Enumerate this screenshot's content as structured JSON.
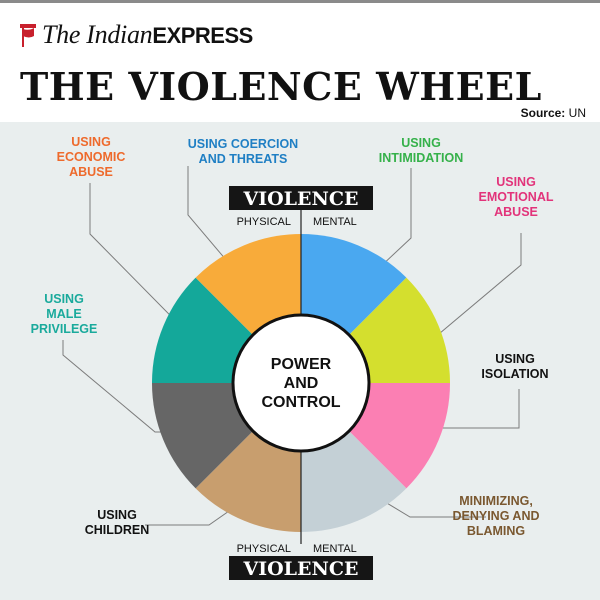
{
  "brand": {
    "name_italic": "The Indian",
    "name_caps": "EXPRESS"
  },
  "title": "THE VIOLENCE WHEEL",
  "source": {
    "label": "Source:",
    "value": "UN"
  },
  "violence_top": {
    "label": "VIOLENCE",
    "left": "PHYSICAL",
    "right": "MENTAL"
  },
  "violence_bottom": {
    "label": "VIOLENCE",
    "left": "PHYSICAL",
    "right": "MENTAL"
  },
  "center": {
    "lines": [
      "POWER",
      "AND",
      "CONTROL"
    ]
  },
  "segments": [
    {
      "key": "coercion",
      "color": "#4aa8f0",
      "label_color": "#1f7fc4",
      "lines": [
        "USING COERCION",
        "AND THREATS"
      ]
    },
    {
      "key": "intimidation",
      "color": "#d4df2e",
      "label_color": "#35b14a",
      "lines": [
        "USING",
        "INTIMIDATION"
      ]
    },
    {
      "key": "emotional",
      "color": "#fb7fb3",
      "label_color": "#e2337a",
      "lines": [
        "USING",
        "EMOTIONAL",
        "ABUSE"
      ]
    },
    {
      "key": "isolation",
      "color": "#c4d0d6",
      "label_color": "#111111",
      "lines": [
        "USING",
        "ISOLATION"
      ]
    },
    {
      "key": "minimizing",
      "color": "#c89e6e",
      "label_color": "#7a5830",
      "lines": [
        "MINIMIZING,",
        "DENYING AND",
        "BLAMING"
      ]
    },
    {
      "key": "children",
      "color": "#666666",
      "label_color": "#111111",
      "lines": [
        "USING",
        "CHILDREN"
      ]
    },
    {
      "key": "privilege",
      "color": "#14a89a",
      "label_color": "#1aaa9c",
      "lines": [
        "USING",
        "MALE",
        "PRIVILEGE"
      ]
    },
    {
      "key": "economic",
      "color": "#f8ab3a",
      "label_color": "#ee6a2c",
      "lines": [
        "USING",
        "ECONOMIC",
        "ABUSE"
      ]
    }
  ]
}
